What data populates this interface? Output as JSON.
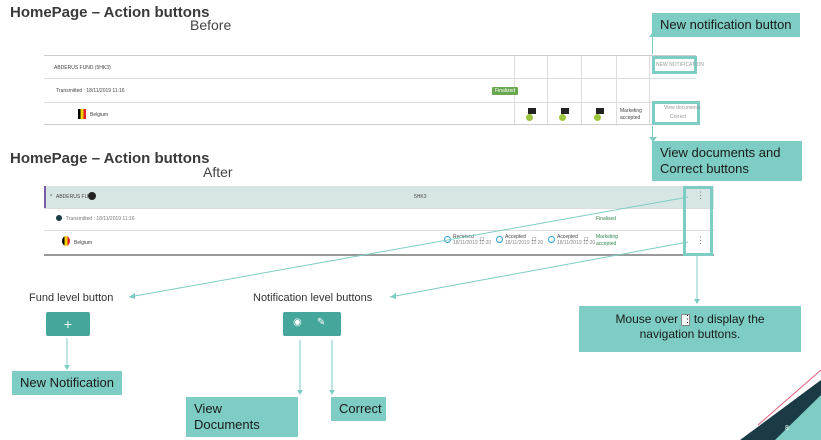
{
  "before_section": {
    "title": "HomePage – Action buttons",
    "subtitle": "Before",
    "fund_label": "ABDERUS FUND (5HK3)",
    "transmit_label": "Transmitted : 18/11/2019 11:16",
    "finalized_tag": "Finalized",
    "country_label": "Belgium",
    "status_text": "Marketing accepted",
    "new_notification_btn": "NEW NOTIFICATION",
    "view_docs_btn": "View documents",
    "correct_btn": "Correct"
  },
  "after_section": {
    "title": "HomePage – Action buttons",
    "subtitle": "After",
    "fund_label": "ABDERUS FUND",
    "fund_code": "5HK3",
    "transmit_label": "Transmitted : 18/11/2019 11:16",
    "finalized_label": "Finalised",
    "country_label": "Belgium",
    "status_received": "Received",
    "date_received": "18/11/2019 11:20",
    "status_accepted_1": "Accepted",
    "date_accepted_1": "18/11/2019 11:20",
    "status_accepted_2": "Accepted",
    "date_accepted_2": "18/11/2019 11:20",
    "status_marketing": "Marketing accepted"
  },
  "callouts": {
    "new_notification_button": "New notification button",
    "view_documents_correct": "View documents and Correct buttons",
    "mouse_over": "Mouse over",
    "mouse_over_rest": "to display the navigation buttons.",
    "new_notification": "New Notification",
    "view_documents": "View Documents",
    "correct": "Correct"
  },
  "labels": {
    "fund_level": "Fund level button",
    "notification_level": "Notification level buttons"
  },
  "icons": {
    "plus": "+",
    "eye": "◉",
    "doc": "✎",
    "kebab": "⋮"
  },
  "page_number": "8",
  "colors": {
    "teal": "#7ecdc4",
    "teal_dark": "#45a69b",
    "green": "#6aa84f",
    "dark_band": "#1a3b45"
  }
}
